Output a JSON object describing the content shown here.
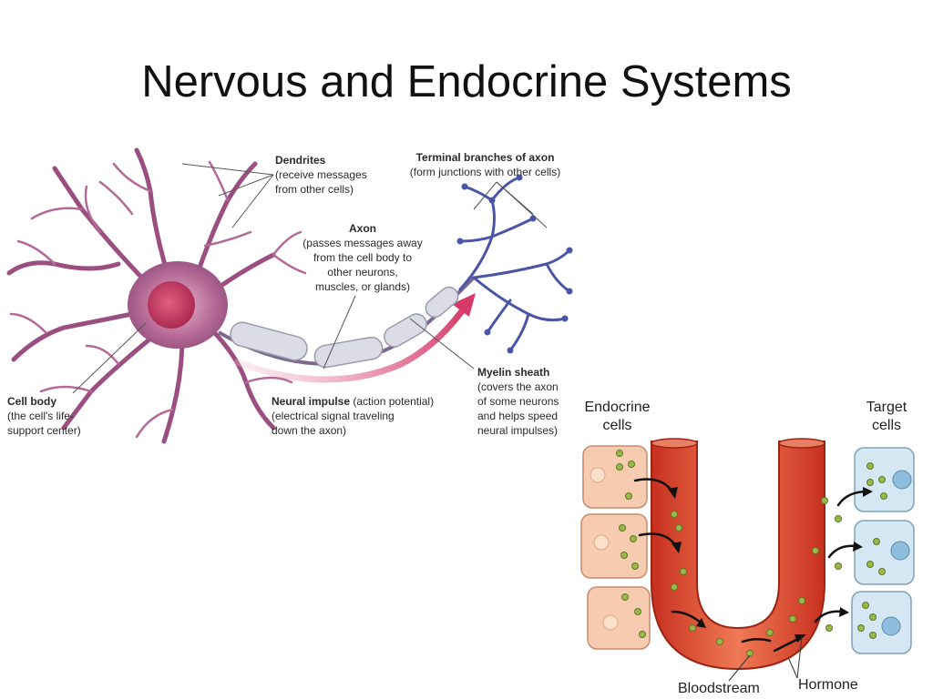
{
  "title": "Nervous and Endocrine Systems",
  "neuron": {
    "dendrites": {
      "head": "Dendrites",
      "desc1": "(receive messages",
      "desc2": "from other cells)"
    },
    "terminal": {
      "head": "Terminal branches of axon",
      "desc1": "(form junctions with other cells)"
    },
    "axon": {
      "head": "Axon",
      "desc1": "(passes messages away",
      "desc2": "from the cell body to",
      "desc3": "other neurons,",
      "desc4": "muscles, or glands)"
    },
    "cell_body": {
      "head": "Cell body",
      "desc1": "(the cell's life-",
      "desc2": "support center)"
    },
    "impulse": {
      "head": "Neural impulse",
      "head_suffix": " (action potential)",
      "desc1": "(electrical signal traveling",
      "desc2": "down the axon)"
    },
    "myelin": {
      "head": "Myelin sheath",
      "desc1": "(covers the axon",
      "desc2": "of some neurons",
      "desc3": "and helps speed",
      "desc4": "neural impulses)"
    }
  },
  "endocrine": {
    "endocrine_cells_1": "Endocrine",
    "endocrine_cells_2": "cells",
    "target_cells_1": "Target",
    "target_cells_2": "cells",
    "bloodstream": "Bloodstream",
    "hormone": "Hormone"
  },
  "colors": {
    "neuron_body": "#a0507c",
    "nucleus": "#c23a6a",
    "axon_terminal": "#4a55a8",
    "myelin": "#d8d8e2",
    "impulse_arrow": "#d8456e",
    "blood_vessel": "#e0553a",
    "endocrine_cell": "#f6c6a8",
    "target_cell": "#cfe3ef",
    "hormone_dot": "#8fae3c"
  }
}
